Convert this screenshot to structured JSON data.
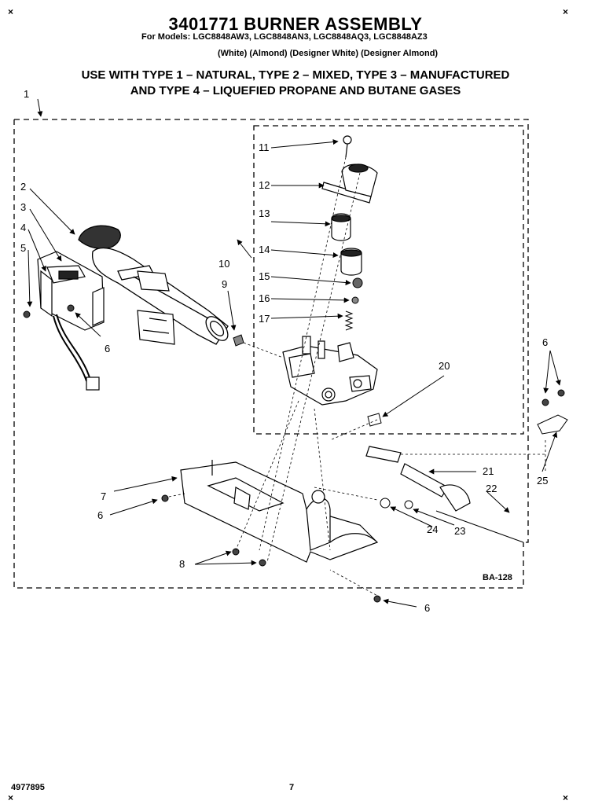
{
  "header": {
    "title": "3401771 BURNER ASSEMBLY",
    "models": "For Models: LGC8848AW3, LGC8848AN3, LGC8848AQ3, LGC8848AZ3",
    "colors": "(White) (Almond) (Designer White) (Designer Almond)",
    "gas_line1": "USE WITH TYPE 1 – NATURAL, TYPE 2 – MIXED, TYPE 3 – MANUFACTURED",
    "gas_line2": "AND TYPE 4 – LIQUEFIED PROPANE AND BUTANE GASES"
  },
  "callouts": {
    "c1": "1",
    "c2": "2",
    "c3": "3",
    "c4": "4",
    "c5": "5",
    "c6a": "6",
    "c6b": "6",
    "c6c": "6",
    "c6d": "6",
    "c7": "7",
    "c8": "8",
    "c9": "9",
    "c10": "10",
    "c11": "11",
    "c12": "12",
    "c13": "13",
    "c14": "14",
    "c15": "15",
    "c16": "16",
    "c17": "17",
    "c20": "20",
    "c21": "21",
    "c22": "22",
    "c23": "23",
    "c24": "24",
    "c25": "25"
  },
  "diagram_code": "BA-128",
  "footer": {
    "part_number": "4977895",
    "page_number": "7"
  },
  "corner_marks": {
    "tl": "×",
    "tr": "×",
    "bl": "×",
    "br": "×"
  }
}
